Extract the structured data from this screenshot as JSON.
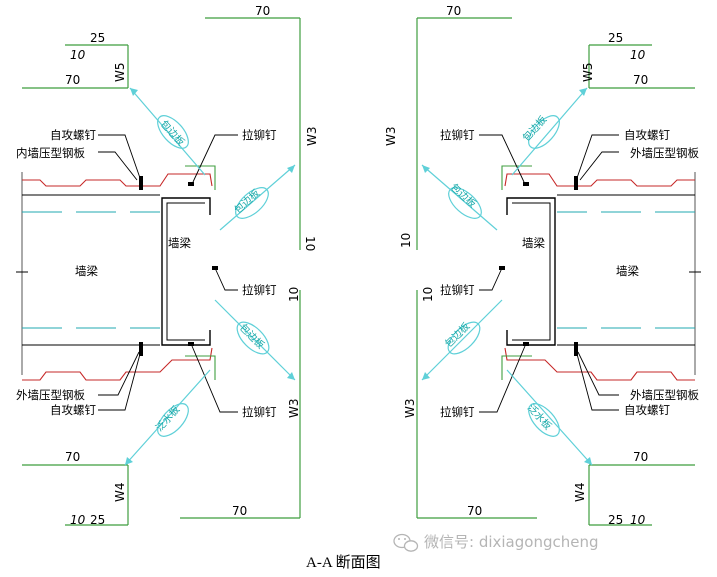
{
  "colors": {
    "line_green": "#3f9e3f",
    "line_black": "#000000",
    "line_red": "#c62828",
    "line_cyan": "#20a8b0",
    "panel_cyan": "#5fd0d8",
    "watermark": "#b5b5b5"
  },
  "dimensions": {
    "d70": "70",
    "d25": "25",
    "d10": "10",
    "w3": "W3",
    "w4": "W4",
    "w5": "W5"
  },
  "labels": {
    "self_tapping_screw": "自攻螺钉",
    "rivet": "拉铆钉",
    "inner_wall_steel": "内墙压型钢板",
    "outer_wall_steel": "外墙压型钢板",
    "wall_beam": "墙梁",
    "flashing_panel": "包边板",
    "drip_panel": "泛水板"
  },
  "caption": "A-A 断面图",
  "watermark": {
    "text": "微信号: dixiagongcheng",
    "icon": "wechat-icon"
  }
}
